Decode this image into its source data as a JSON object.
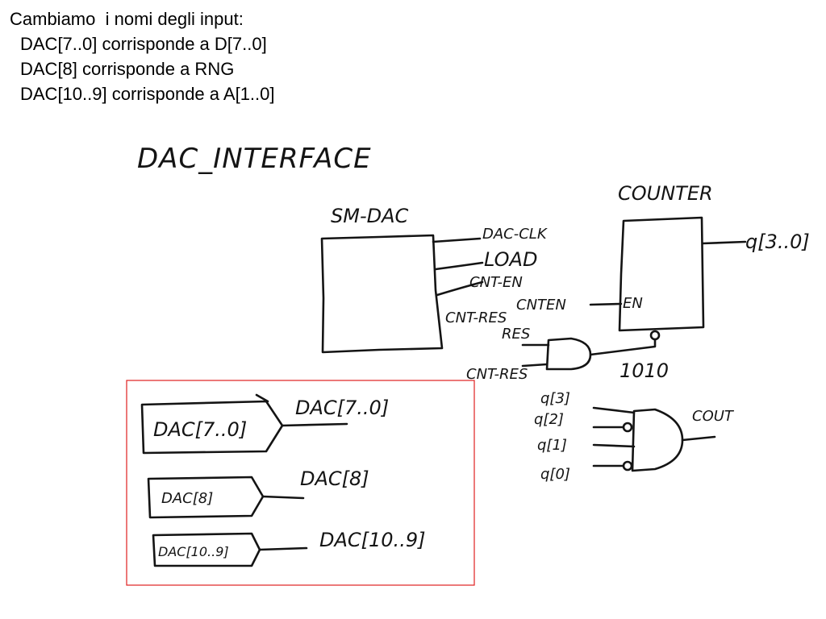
{
  "caption": {
    "lines": [
      "Cambiamo  i nomi degli input:",
      "DAC[7..0] corrisponde a D[7..0]",
      "DAC[8] corrisponde a RNG",
      "DAC[10..9] corrisponde a A[1..0]"
    ]
  },
  "sketch": {
    "title": "DAC_INTERFACE",
    "state_machine": {
      "name": "SM-DAC",
      "signals": [
        "DAC-CLK",
        "LOAD",
        "CNT-EN",
        "CNT-RES"
      ]
    },
    "counter": {
      "name": "COUNTER",
      "enable_pin": "EN",
      "enable_signal": "CNTEN",
      "output": "q[3..0]"
    },
    "and_gate_inputs": [
      "RES",
      "CNT-RES"
    ],
    "constant": "1010",
    "compare_inputs": [
      "q[3]",
      "q[2]",
      "q[1]",
      "q[0]"
    ],
    "compare_output": "COUT",
    "outputs": [
      {
        "port": "DAC[7..0]",
        "net": "DAC[7..0]"
      },
      {
        "port": "DAC[8]",
        "net": "DAC[8]"
      },
      {
        "port": "DAC[10..9]",
        "net": "DAC[10..9]"
      }
    ],
    "highlight_color": "#e02020"
  }
}
